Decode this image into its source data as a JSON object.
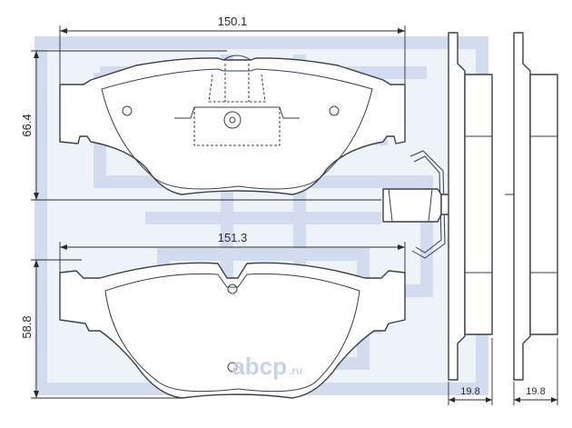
{
  "dimensions": {
    "top_width": "150.1",
    "top_height": "66.4",
    "bottom_width": "151.3",
    "bottom_height": "58.8",
    "side_thickness_left": "19.8",
    "side_thickness_right": "19.8"
  },
  "watermark": {
    "brand": "abcp",
    "tld": ".ru"
  },
  "colors": {
    "line": "#3a3f4a",
    "watermark": "#d3dcee",
    "background": "#ffffff"
  }
}
